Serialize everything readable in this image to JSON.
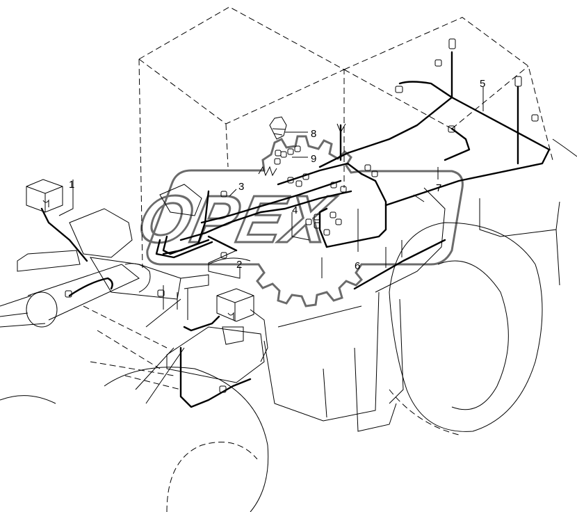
{
  "watermark": {
    "text": "OPEX",
    "color": "#6b6b6b"
  },
  "callouts": [
    "1",
    "2",
    "3",
    "4",
    "5",
    "6",
    "7",
    "8",
    "9"
  ]
}
